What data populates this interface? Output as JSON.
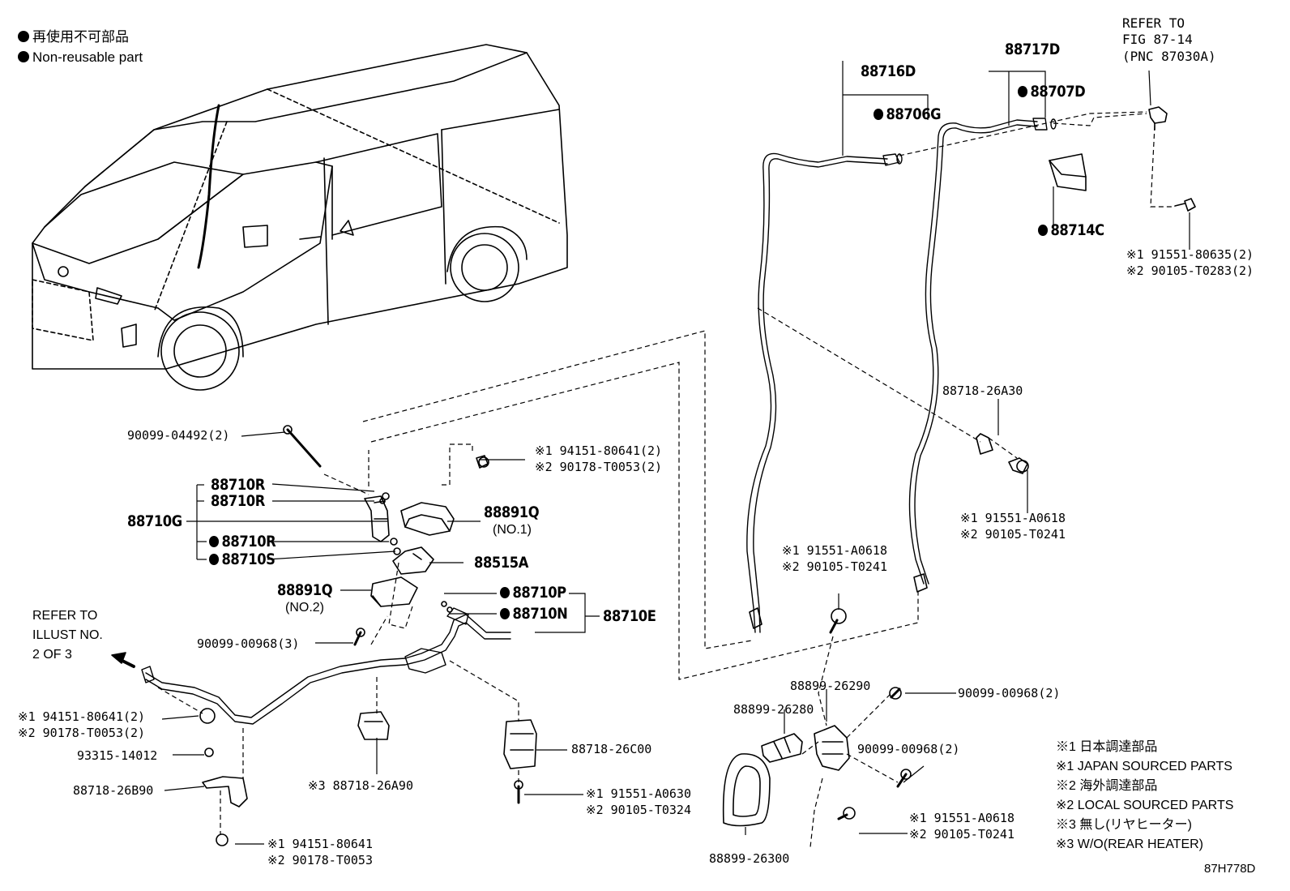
{
  "legend": {
    "line1": "再使用不可部品",
    "line2": "Non-reusable part"
  },
  "notes": {
    "n1": "※1 日本調達部品",
    "n2": "※1 JAPAN SOURCED PARTS",
    "n3": "※2 海外調達部品",
    "n4": "※2 LOCAL SOURCED PARTS",
    "n5": "※3 無し(リヤヒーター)",
    "n6": "※3 W/O(REAR HEATER)"
  },
  "figure_code": "87H778D",
  "refer_fig": {
    "l1": "REFER TO",
    "l2": "FIG 87-14",
    "l3": "(PNC 87030A)"
  },
  "refer_illust": {
    "l1": "REFER TO",
    "l2": "ILLUST NO.",
    "l3": "2 OF 3"
  },
  "parts": {
    "p88716D": "88716D",
    "p88706G": "88706G",
    "p88717D": "88717D",
    "p88707D": "88707D",
    "p88714C": "88714C",
    "p91551_80635": "※1 91551-80635(2)",
    "p90105_T0283": "※2 90105-T0283(2)",
    "p88718_26A30": "88718-26A30",
    "p91551_A0618_r": "※1 91551-A0618",
    "p90105_T0241_r": "※2 90105-T0241",
    "p91551_A0618_m": "※1 91551-A0618",
    "p90105_T0241_m": "※2 90105-T0241",
    "p90099_04492": "90099-04492(2)",
    "p94151_80641_t": "※1 94151-80641(2)",
    "p90178_T0053_t": "※2 90178-T0053(2)",
    "p88710R_a": "88710R",
    "p88710R_b": "88710R",
    "p88710G": "88710G",
    "p88710R_c": "88710R",
    "p88710S": "88710S",
    "p88891Q_1": "88891Q",
    "p88891Q_1_sub": "(NO.1)",
    "p88515A": "88515A",
    "p88891Q_2": "88891Q",
    "p88891Q_2_sub": "(NO.2)",
    "p88710P": "88710P",
    "p88710N": "88710N",
    "p88710E": "88710E",
    "p90099_00968_3": "90099-00968(3)",
    "p94151_80641_l": "※1 94151-80641(2)",
    "p90178_T0053_l": "※2 90178-T0053(2)",
    "p93315_14012": "93315-14012",
    "p88718_26B90": "88718-26B90",
    "p94151_80641_b": "※1 94151-80641",
    "p90178_T0053_b": "※2 90178-T0053",
    "p88718_26A90": "※3 88718-26A90",
    "p88718_26C00": "88718-26C00",
    "p91551_A0630": "※1 91551-A0630",
    "p90105_T0324": "※2 90105-T0324",
    "p88899_26290": "88899-26290",
    "p88899_26280": "88899-26280",
    "p90099_00968_2a": "90099-00968(2)",
    "p90099_00968_2b": "90099-00968(2)",
    "p91551_A0618_b": "※1 91551-A0618",
    "p90105_T0241_b": "※2 90105-T0241",
    "p88899_26300": "88899-26300"
  }
}
